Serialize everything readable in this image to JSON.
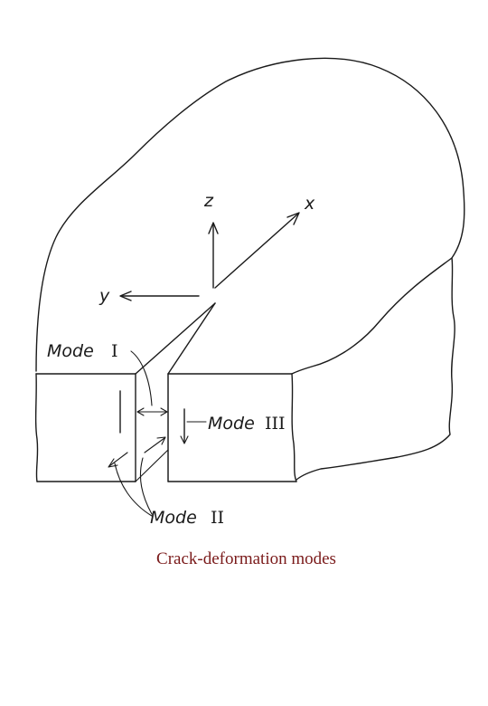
{
  "axes": {
    "z": "z",
    "x": "x",
    "y": "y"
  },
  "modes": {
    "mode1": {
      "word": "Mode",
      "numeral": "I"
    },
    "mode2": {
      "word": "Mode",
      "numeral": "II"
    },
    "mode3": {
      "word": "Mode",
      "numeral": "III"
    }
  },
  "caption": "Crack-deformation modes",
  "colors": {
    "ink": "#1a1a1a",
    "caption": "#7a1a1a",
    "background": "#ffffff"
  }
}
